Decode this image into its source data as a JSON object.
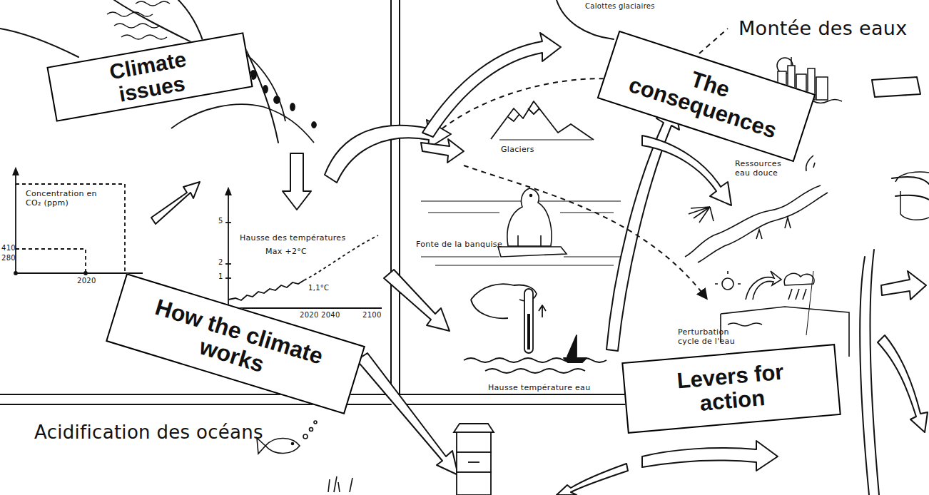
{
  "diagram": {
    "nodes": [
      {
        "text": [
          "Climate issues"
        ]
      },
      {
        "text": [
          "How the climate works"
        ]
      },
      {
        "text": [
          "The consequences"
        ]
      },
      {
        "text": [
          "Levers for action"
        ]
      }
    ],
    "labels": [
      "Calottes glaciaires",
      "Montée des eaux",
      "Concentration en CO₂ (ppm)",
      "410",
      "280",
      "2020",
      "Hausse des températures",
      "Max +2°C",
      "5",
      "2",
      "1",
      "1,1°C",
      "2020",
      "2040",
      "2100",
      "Glaciers",
      "Fonte de la banquise",
      "Hausse température eau",
      "Ressources eau douce",
      "Perturbation cycle de l'eau",
      "Acidification des océans"
    ]
  }
}
